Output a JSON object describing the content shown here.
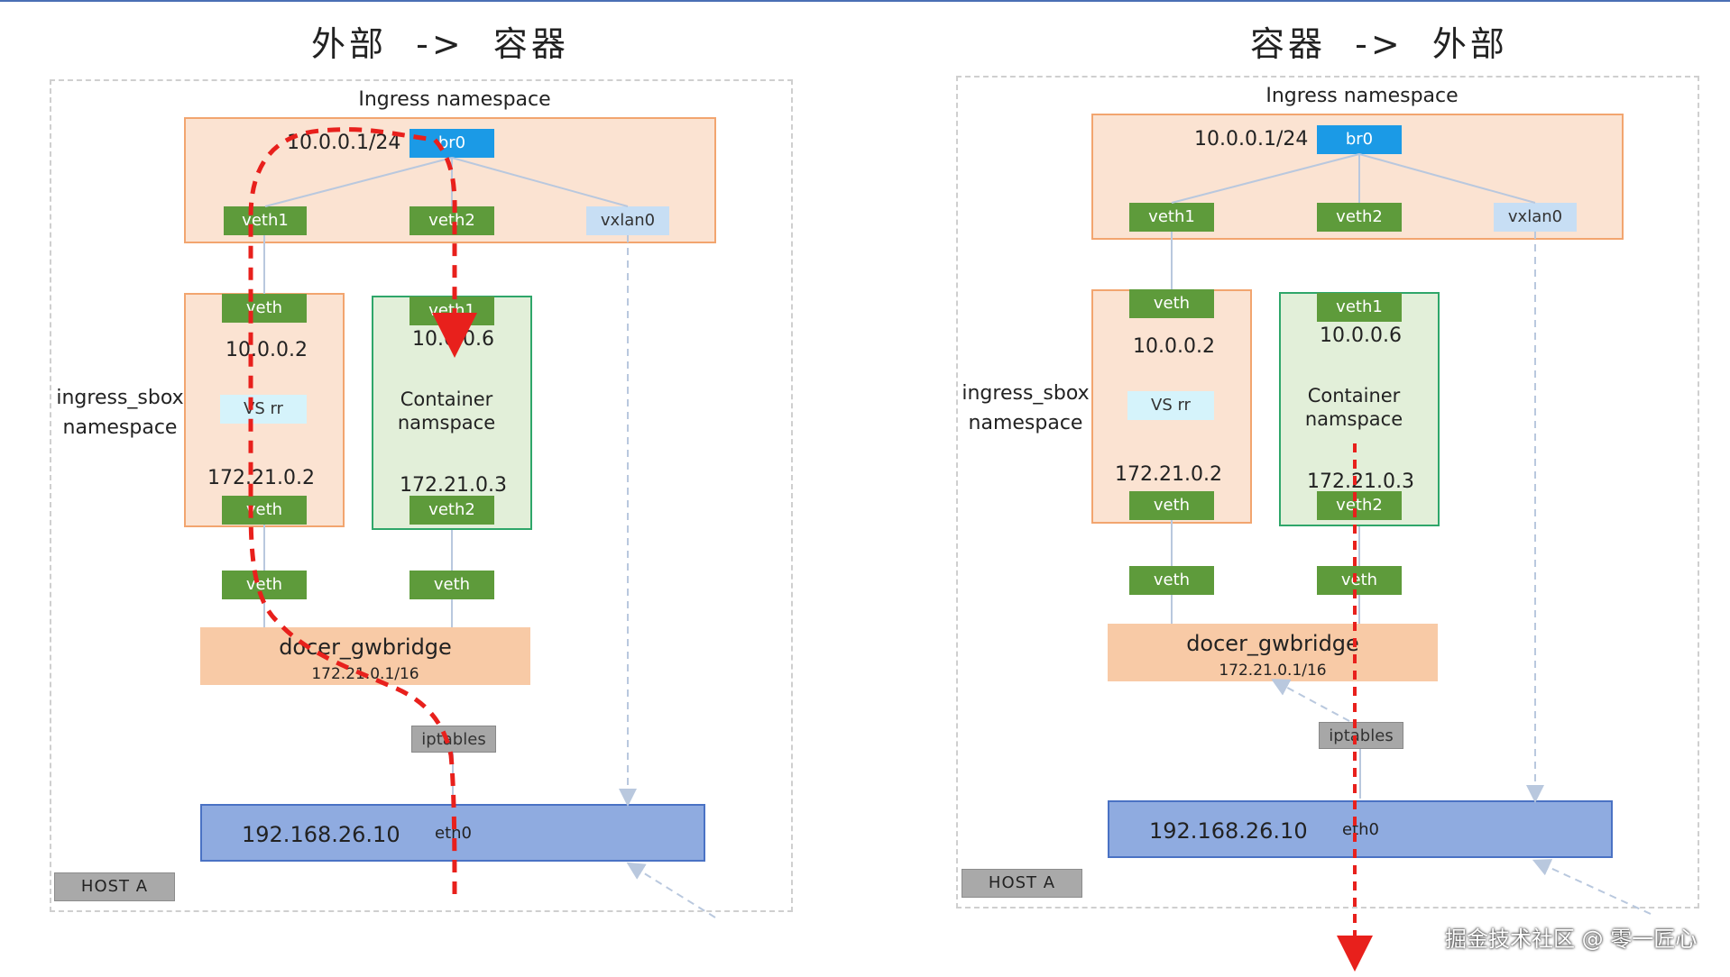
{
  "panels": [
    {
      "title": "外部  ->  容器",
      "ingress_label": "Ingress namespace",
      "subnet": "10.0.0.1/24",
      "bridge": "br0",
      "veth1": "veth1",
      "veth2": "veth2",
      "vxlan": "vxlan0",
      "sbox_label_line1": "ingress_sbox",
      "sbox_label_line2": "namespace",
      "sbox_top_veth": "veth",
      "sbox_ip": "10.0.0.2",
      "vs": "VS rr",
      "sbox_ip2": "172.21.0.2",
      "sbox_bottom_veth": "veth",
      "ctr_top_veth": "veth1",
      "ctr_ip": "10.0.0.6",
      "ctr_label_line1": "Container",
      "ctr_label_line2": "namspace",
      "ctr_ip2": "172.21.0.3",
      "ctr_bottom_veth": "veth2",
      "gw_veth_left": "veth",
      "gw_veth_right": "veth",
      "gw_name": "docer_gwbridge",
      "gw_cidr": "172.21.0.1/16",
      "iptables": "iptables",
      "host_ip": "192.168.26.10",
      "host_if": "eth0",
      "host_label": "HOST  A"
    },
    {
      "title": "容器  ->  外部",
      "ingress_label": "Ingress namespace",
      "subnet": "10.0.0.1/24",
      "bridge": "br0",
      "veth1": "veth1",
      "veth2": "veth2",
      "vxlan": "vxlan0",
      "sbox_label_line1": "ingress_sbox",
      "sbox_label_line2": "namespace",
      "sbox_top_veth": "veth",
      "sbox_ip": "10.0.0.2",
      "vs": "VS rr",
      "sbox_ip2": "172.21.0.2",
      "sbox_bottom_veth": "veth",
      "ctr_top_veth": "veth1",
      "ctr_ip": "10.0.0.6",
      "ctr_label_line1": "Container",
      "ctr_label_line2": "namspace",
      "ctr_ip2": "172.21.0.3",
      "ctr_bottom_veth": "veth2",
      "gw_veth_left": "veth",
      "gw_veth_right": "veth",
      "gw_name": "docer_gwbridge",
      "gw_cidr": "172.21.0.1/16",
      "iptables": "iptables",
      "host_ip": "192.168.26.10",
      "host_if": "eth0",
      "host_label": "HOST  A"
    }
  ],
  "watermark": "掘金技术社区 @ 零一匠心",
  "colors": {
    "flow_path": "#e8201c",
    "connector": "#b9c8de",
    "orange_box": "#fbe3d2",
    "green_box": "#e2efd9",
    "veth_chip": "#5e9b3b",
    "bridge_chip": "#1b9ae6",
    "eth_bar": "#8fabe0"
  }
}
